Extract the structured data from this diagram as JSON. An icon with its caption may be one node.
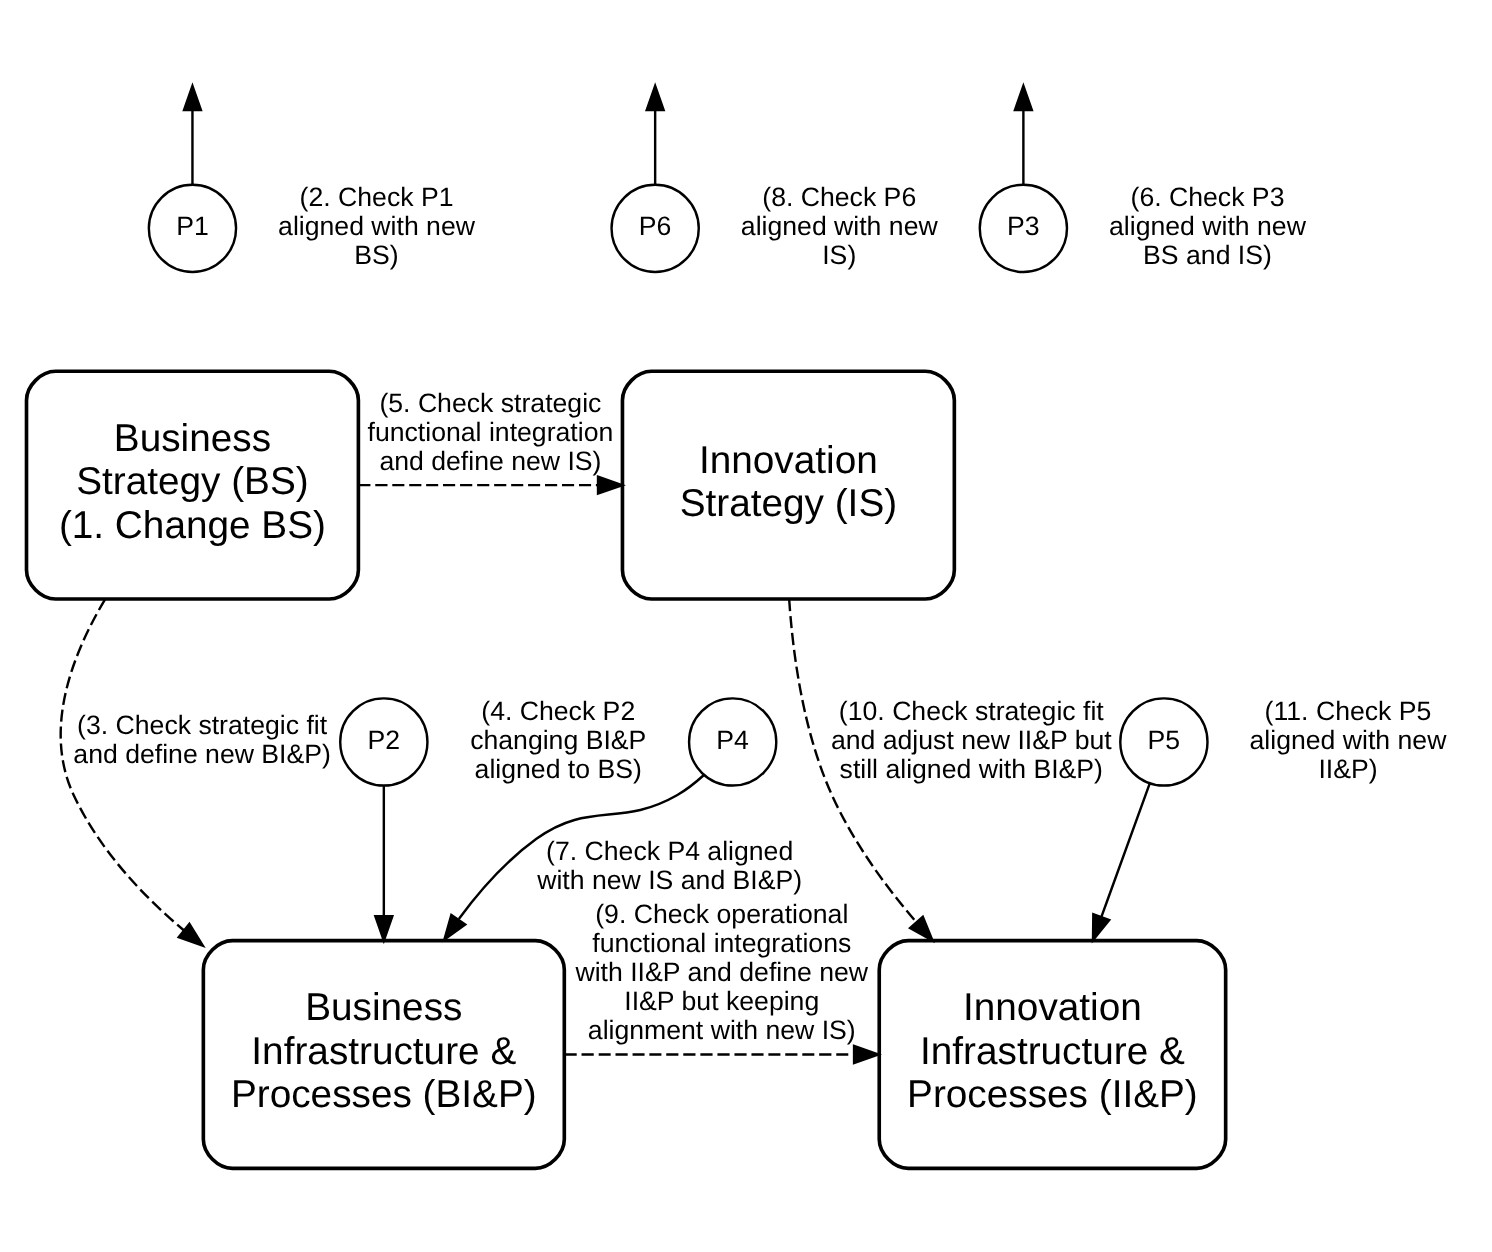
{
  "diagram": {
    "nodes": [
      {
        "text": [
          "Business Strategy (BS)",
          "(1. Change BS)"
        ]
      },
      {
        "text": [
          "Innovation Strategy (IS)"
        ]
      },
      {
        "text": [
          "Business Infrastructure & Processes (BI&P)"
        ]
      },
      {
        "text": [
          "Innovation Infrastructure & Processes (II&P)"
        ]
      },
      {
        "text": [
          "P1"
        ],
        "beside": [
          "(2. Check P1 aligned with new BS)"
        ]
      },
      {
        "text": [
          "P6"
        ],
        "beside": [
          "(8. Check P6 aligned with new IS)"
        ]
      },
      {
        "text": [
          "P3"
        ],
        "beside": [
          "(6. Check P3 aligned with new BS and IS)"
        ]
      },
      {
        "text": [
          "P4"
        ]
      },
      {
        "text": [
          "P2"
        ],
        "beside": [
          "(4. Check P2 changing BI&P aligned to BS)"
        ]
      },
      {
        "text": [
          "P5"
        ],
        "beside": [
          "(11. Check P5 aligned with new II&P)"
        ]
      }
    ],
    "edges": [
      {
        "from": 4,
        "to": null,
        "arrow": "to"
      },
      {
        "from": 6,
        "to": null,
        "arrow": "to"
      },
      {
        "from": 5,
        "to": null,
        "arrow": "to"
      },
      {
        "from": 0,
        "to": 1,
        "arrow": "to",
        "style": "dashed",
        "label": "(5. Check strategic functional integration and define new IS)"
      },
      {
        "from": 0,
        "to": 2,
        "arrow": "to",
        "style": "dashed",
        "label": "(3. Check strategic fit and define new BI&P)"
      },
      {
        "from": 7,
        "to": 2,
        "arrow": "to",
        "label": "(7. Check P4 aligned with new IS and BI&P)"
      },
      {
        "from": 8,
        "to": 2,
        "arrow": "to"
      },
      {
        "from": 1,
        "to": 3,
        "arrow": "to",
        "style": "dashed",
        "label": "(10. Check strategic fit and adjust new II&P but still aligned with BI&P)"
      },
      {
        "from": 9,
        "to": 3,
        "arrow": "to"
      },
      {
        "from": 2,
        "to": 3,
        "arrow": "to",
        "style": "dashed",
        "label": "(9. Check operational functional integrations with II&P and define new II&P but keeping alignment with new IS)"
      }
    ]
  }
}
